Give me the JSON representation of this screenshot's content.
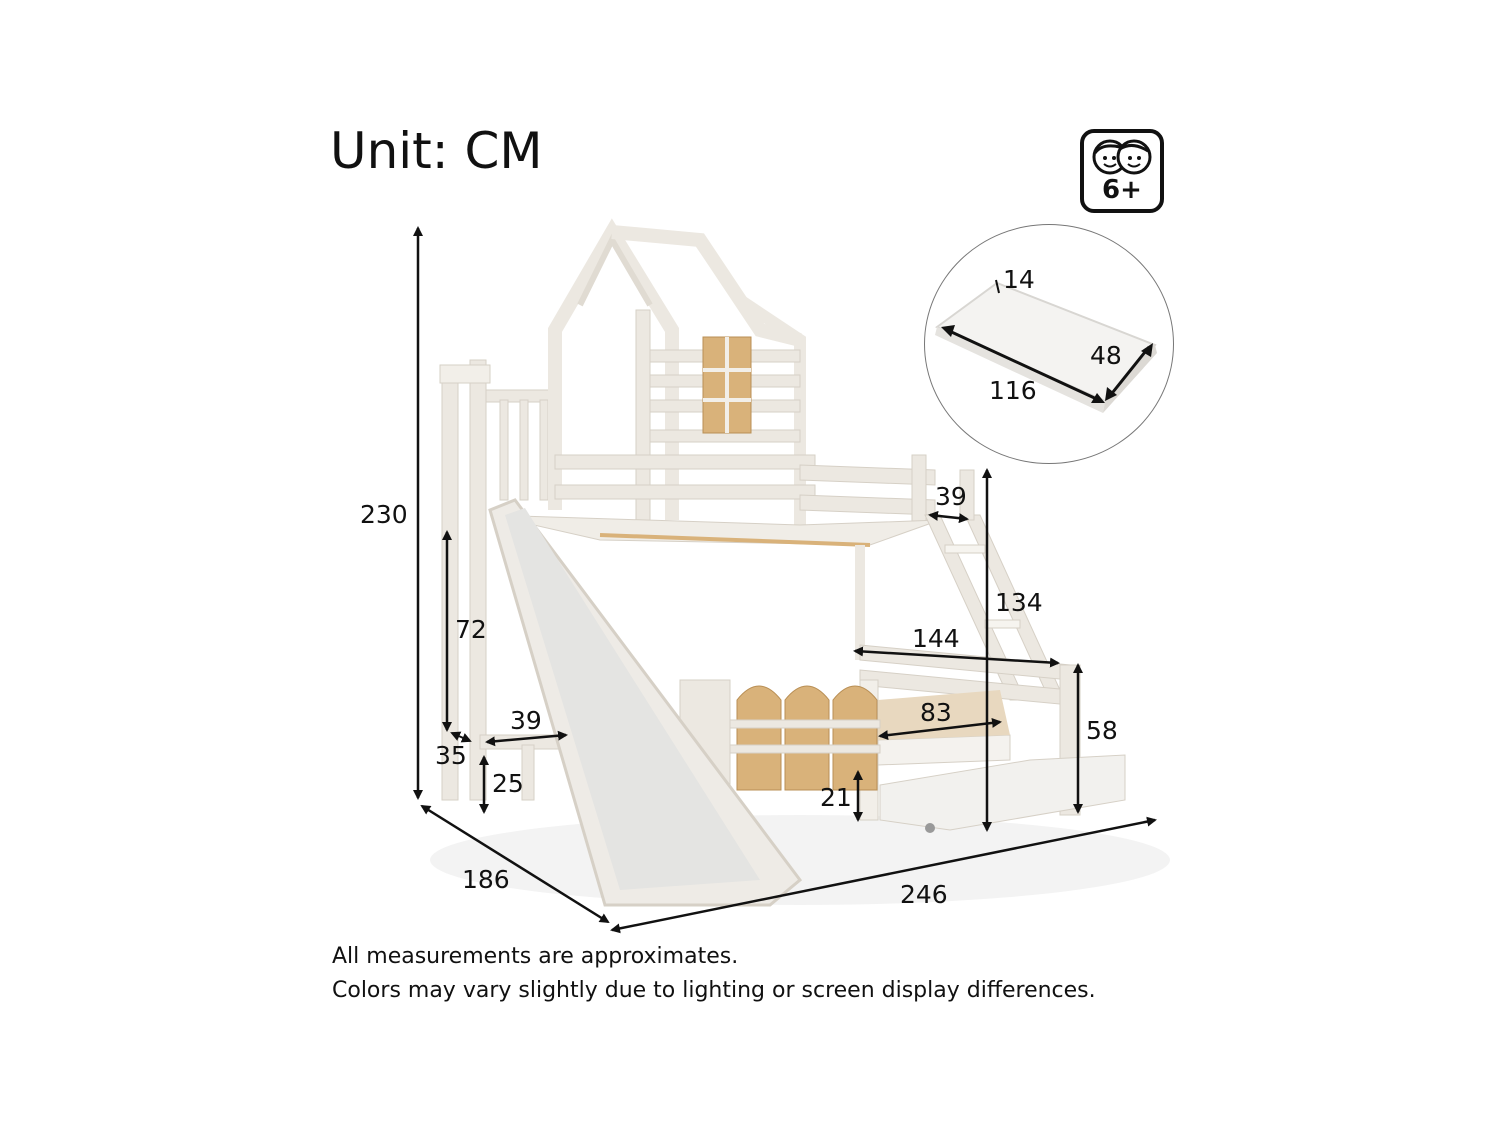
{
  "header": {
    "unit_label": "Unit: CM"
  },
  "age_badge": {
    "icon": "kids-faces-icon",
    "label": "6+"
  },
  "drawer_inset": {
    "height": "14",
    "length": "116",
    "width": "48"
  },
  "dimensions": {
    "total_height": "230",
    "depth": "186",
    "total_length": "246",
    "slide_platform_height": "72",
    "step_width": "39",
    "step_depth": "35",
    "step_height": "25",
    "ladder_width": "39",
    "ladder_height": "134",
    "lower_bed_length": "144",
    "lower_bed_width": "83",
    "lower_bed_height": "58",
    "under_bed_clearance": "21"
  },
  "notes": {
    "line1": "All measurements are approximates.",
    "line2": "Colors may vary slightly due to lighting or screen display differences."
  },
  "colors": {
    "frame": "#ece8e1",
    "frame_shadow": "#d6d0c6",
    "wood": "#d9b27a",
    "line": "#111111"
  }
}
